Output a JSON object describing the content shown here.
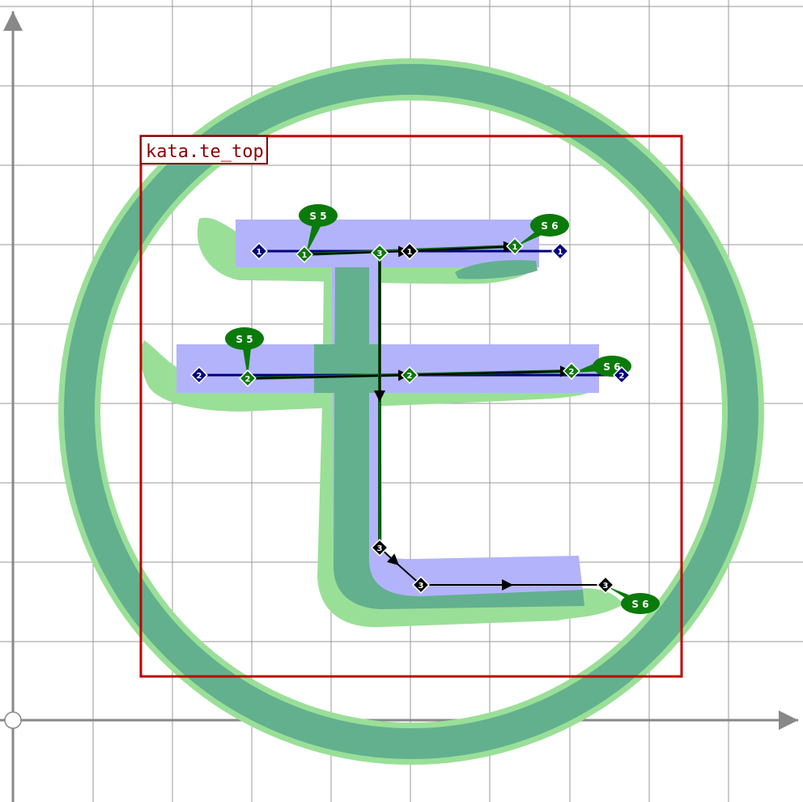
{
  "glyph": {
    "name": "kata.te_top"
  },
  "colors": {
    "grid": "#9a9a9a",
    "axis": "#888888",
    "ring": "#63b08f",
    "ring_outline": "#9adf98",
    "glyph_fill": "#9adf98",
    "glyph_overlap": "#63b08f",
    "rect_fill": "#b3b3fb",
    "bbox": "#c00000",
    "label_text": "#8b0000",
    "navy": "#000080",
    "green": "#0a7a0a",
    "green_dark": "#0b5e14",
    "black": "#000000",
    "bubble": "#0a7a0a",
    "bubble_text": "#ffffff"
  },
  "strokes": [
    {
      "id": "1",
      "label": "1"
    },
    {
      "id": "2",
      "label": "2"
    },
    {
      "id": "3",
      "label": "3"
    }
  ],
  "callouts": [
    {
      "id": "s5-top",
      "label": "S 5"
    },
    {
      "id": "s6-top",
      "label": "S 6"
    },
    {
      "id": "s5-mid",
      "label": "S 5"
    },
    {
      "id": "s6-mid",
      "label": "S 6"
    },
    {
      "id": "s6-bot",
      "label": "S 6"
    }
  ]
}
